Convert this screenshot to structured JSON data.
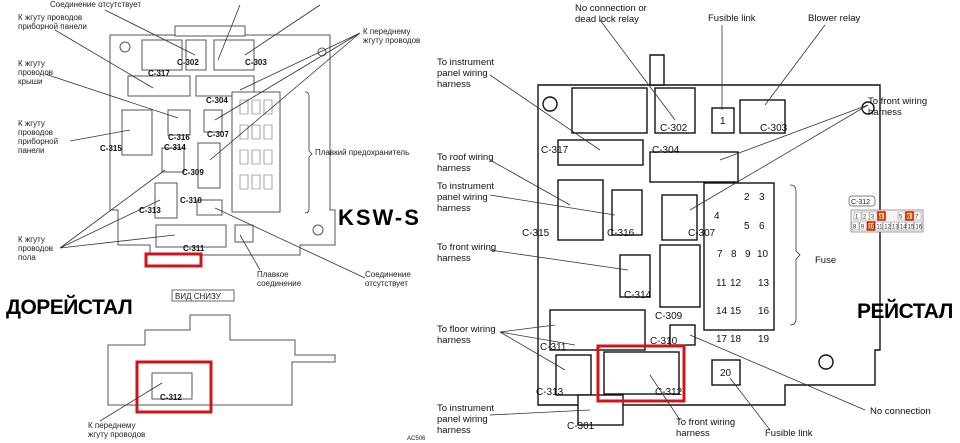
{
  "left": {
    "title": "ДОРЕЙСТАЛ",
    "no_connection_top": "Соединение отсутствует",
    "to_instr_panel_1": [
      "К жгуту проводов",
      "приборной панели"
    ],
    "to_roof": [
      "К жгуту",
      "проводов",
      "крыши"
    ],
    "to_instr_panel_2": [
      "К жгуту",
      "проводов",
      "приборной",
      "панели"
    ],
    "to_floor": [
      "К жгуту",
      "проводов",
      "пола"
    ],
    "to_front": [
      "К переднему",
      "жгуту проводов"
    ],
    "fuse": "Плавкий предохранитель",
    "fusible_link": [
      "Плавкое",
      "соединение"
    ],
    "no_connection": [
      "Соединение",
      "отсутствует"
    ],
    "bottom_view": "ВИД СНИЗУ",
    "to_front_bottom": [
      "К переднему",
      "жгуту проводов"
    ],
    "code": "AC506",
    "connectors": [
      "C-302",
      "C-303",
      "C-317",
      "C-304",
      "C-316",
      "C-307",
      "C-315",
      "C-314",
      "C-309",
      "C-310",
      "C-313",
      "C-311",
      "C-312"
    ]
  },
  "center": {
    "title": "KSW-S"
  },
  "right": {
    "title": "РЕЙСТАЛ",
    "no_conn_relay": [
      "No connection or",
      "dead lock relay"
    ],
    "fusible_link_top": "Fusible link",
    "blower_relay": "Blower relay",
    "to_instr_1": [
      "To instrument",
      "panel wiring",
      "harness"
    ],
    "to_front_1": [
      "To front wiring",
      "harness"
    ],
    "to_roof": [
      "To roof wiring",
      "harness"
    ],
    "to_instr_2": [
      "To instrument",
      "panel wiring",
      "harness"
    ],
    "to_front_2": [
      "To front wiring",
      "harness"
    ],
    "fuse": "Fuse",
    "to_floor": [
      "To floor wiring",
      "harness"
    ],
    "to_instr_3": [
      "To instrument",
      "panel wiring",
      "harness"
    ],
    "to_front_3": [
      "To front wiring",
      "harness"
    ],
    "fusible_link_bottom": "Fusible link",
    "no_connection": "No connection",
    "connectors": [
      "C-302",
      "C-303",
      "C-317",
      "C-304",
      "C-315",
      "C-316",
      "C-307",
      "C-314",
      "C-309",
      "C-310",
      "C-311",
      "C-313",
      "C-312",
      "C-301"
    ],
    "fuses": [
      "1",
      "2",
      "3",
      "4",
      "5",
      "6",
      "7",
      "8",
      "9",
      "10",
      "11",
      "12",
      "13",
      "14",
      "15",
      "16",
      "17",
      "18",
      "19",
      "20"
    ],
    "inset": {
      "label": "C-312",
      "row1": [
        "1",
        "2",
        "3",
        "4",
        "5",
        "6",
        "7"
      ],
      "row2": [
        "8",
        "9",
        "10",
        "11",
        "12",
        "13",
        "14",
        "15",
        "16"
      ]
    }
  },
  "colors": {
    "highlight": "#d0141c"
  }
}
